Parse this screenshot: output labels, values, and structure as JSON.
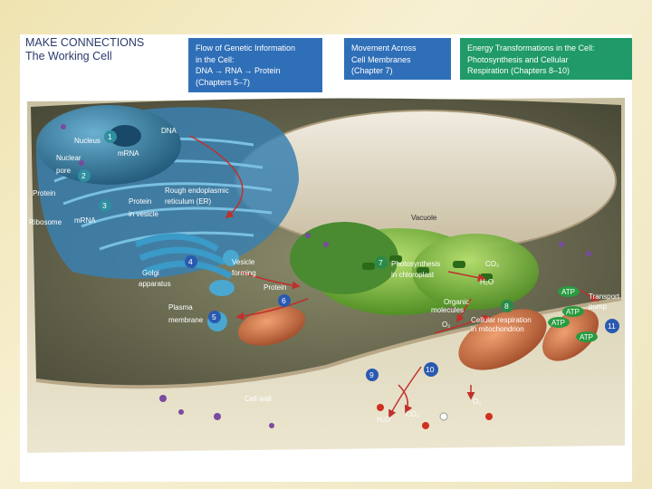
{
  "title": "MAKE CONNECTIONS\nThe Working Cell",
  "header_boxes": [
    {
      "text": "Flow of Genetic Information\nin the Cell:\nDNA → RNA → Protein\n(Chapters 5–7)",
      "color": "#2f6fb8"
    },
    {
      "text": "Movement Across\nCell Membranes\n(Chapter 7)",
      "color": "#2f6fb8"
    },
    {
      "text": "Energy Transformations in the Cell:\nPhotosynthesis and Cellular\nRespiration (Chapters 8–10)",
      "color": "#1f9a68"
    }
  ],
  "labels": {
    "dna": "DNA",
    "nucleus": "Nucleus",
    "mrna1": "mRNA",
    "nuclear": "Nuclear",
    "pore": "pore",
    "protein1": "Protein",
    "rough_er_1": "Rough endoplasmic",
    "rough_er_2": "reticulum (ER)",
    "protein_in": "Protein",
    "in_vesicle": "in vesicle",
    "ribosome": "Ribosome",
    "mrna2": "mRNA",
    "vacuole": "Vacuole",
    "vesicle": "Vesicle",
    "forming": "forming",
    "golgi": "Golgi",
    "apparatus": "apparatus",
    "protein2": "Protein",
    "photosynthesis": "Photosynthesis",
    "in_chloroplast": "in chloroplast",
    "co2_top": "CO₂",
    "h2o_top": "H₂O",
    "atp_1": "ATP",
    "transport": "Transport",
    "pump": "pump",
    "organic": "Organic",
    "molecules": "molecules",
    "plasma": "Plasma",
    "membrane": "membrane",
    "o2_mid": "O₂",
    "cellular_resp": "Cellular respiration",
    "in_mito": "in mitochondrion",
    "atp_2": "ATP",
    "atp_3": "ATP",
    "atp_4": "ATP",
    "cell_wall": "Cell wall",
    "o2_bottom": "O₂",
    "co2_bottom": "CO₂",
    "h2o_bottom": "H₂O"
  },
  "step_numbers": [
    "1",
    "2",
    "3",
    "4",
    "5",
    "6",
    "7",
    "8",
    "9",
    "10",
    "11"
  ],
  "colors": {
    "title": "#2a3a6a",
    "blue_box": "#2f6fb8",
    "green_box": "#1f9a68",
    "marker_teal": "#2f8fa0",
    "marker_green": "#2a8a4a",
    "marker_blue": "#2a5ab0",
    "nucleus": "#3a7fa8",
    "er": "#4a8fc0",
    "cytoplasm": "#6a6a52",
    "vacuole": "#e4dcc8",
    "chloroplast": "#8ab840",
    "mitochondrion": "#d07a4a",
    "arrow": "#c0302a",
    "atp": "#2a9a40"
  }
}
